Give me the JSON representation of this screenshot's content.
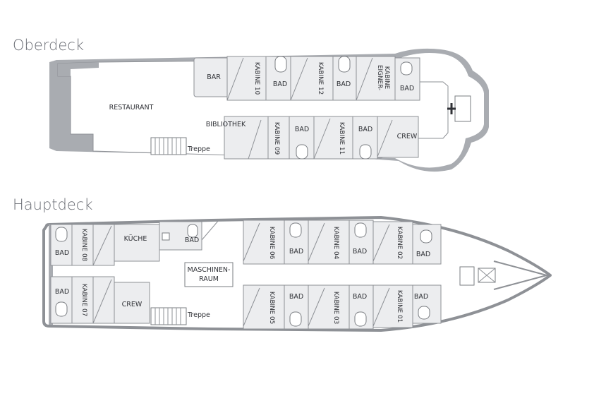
{
  "oberdeck": {
    "title": "Oberdeck",
    "restaurant": "RESTAURANT",
    "bar": "BAR",
    "bibliothek": "BIBLIOTHEK",
    "treppe": "Treppe",
    "crew": "CREW",
    "kabine_10": "KABINE 10",
    "kabine_12": "KABINE 12",
    "kabine_09": "KABINE 09",
    "kabine_11": "KABINE 11",
    "eigner_line1": "EIGNER-",
    "eigner_line2": "KABINE",
    "bad": "BAD"
  },
  "hauptdeck": {
    "title": "Hauptdeck",
    "kueche": "KÜCHE",
    "maschinen_line1": "MASCHINEN-",
    "maschinen_line2": "RAUM",
    "treppe": "Treppe",
    "crew": "CREW",
    "kabine_08": "KABINE 08",
    "kabine_07": "KABINE 07",
    "kabine_06": "KABINE 06",
    "kabine_05": "KABINE 05",
    "kabine_04": "KABINE 04",
    "kabine_03": "KABINE 03",
    "kabine_02": "KABINE 02",
    "kabine_01": "KABINE 01",
    "bad": "BAD"
  }
}
